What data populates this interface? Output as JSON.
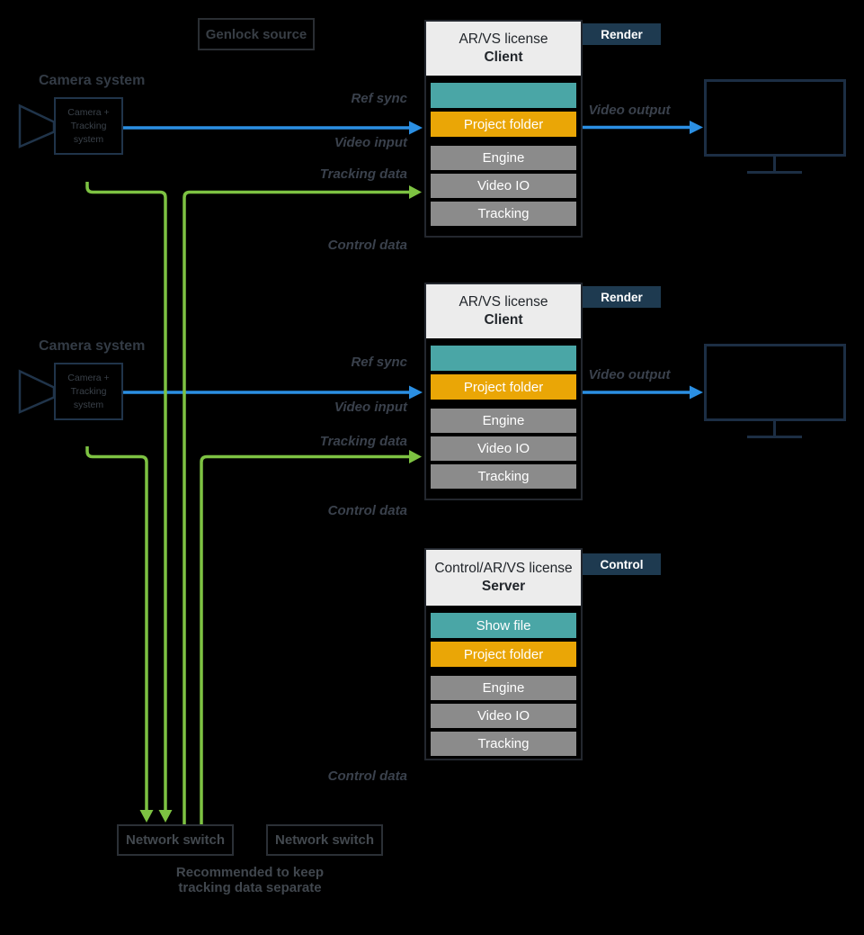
{
  "colors": {
    "background": "#000000",
    "blue": "#2b8fe3",
    "green": "#7dc242",
    "teal": "#4aa6a6",
    "orange": "#eaa606",
    "gray_bar": "#8b8b8b",
    "tag_navy": "#1e3a50",
    "header_bg": "#ececec"
  },
  "genlock": {
    "label": "Genlock source"
  },
  "cameras": [
    {
      "title": "Camera system",
      "box_lines": [
        "Camera +",
        "Tracking",
        "system"
      ]
    },
    {
      "title": "Camera system",
      "box_lines": [
        "Camera +",
        "Tracking",
        "system"
      ]
    }
  ],
  "units": [
    {
      "license": "AR/VS license",
      "role": "Client",
      "tag": "Render",
      "teal_label": "",
      "orange_label": "Project folder",
      "modules": [
        "Engine",
        "Video IO",
        "Tracking"
      ]
    },
    {
      "license": "AR/VS license",
      "role": "Client",
      "tag": "Render",
      "teal_label": "",
      "orange_label": "Project folder",
      "modules": [
        "Engine",
        "Video IO",
        "Tracking"
      ]
    },
    {
      "license": "Control/AR/VS license",
      "role": "Server",
      "tag": "Control",
      "teal_label": "Show file",
      "orange_label": "Project folder",
      "modules": [
        "Engine",
        "Video IO",
        "Tracking"
      ]
    }
  ],
  "flow_labels": {
    "ref_sync": "Ref sync",
    "video_input": "Video input",
    "tracking_data": "Tracking data",
    "control_data": "Control data",
    "video_output": "Video output"
  },
  "switches": [
    {
      "label": "Network switch"
    },
    {
      "label": "Network switch"
    }
  ],
  "note": {
    "line1": "Recommended to keep",
    "line2": "tracking data separate"
  }
}
